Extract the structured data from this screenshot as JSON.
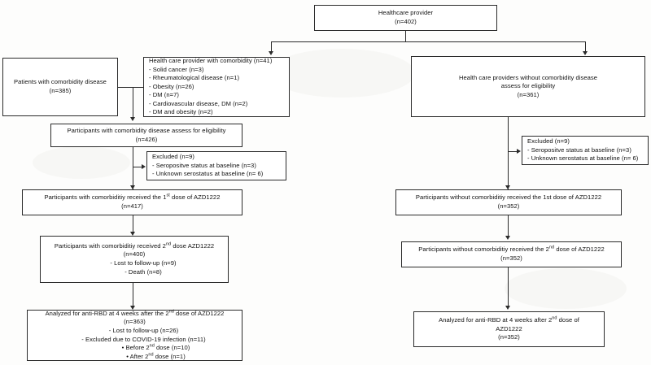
{
  "diagram": {
    "title": "CONSORT-style participant flow diagram",
    "accent_color": "#2b2b2b",
    "background_color": "#fdfdfc"
  },
  "nodes": {
    "healthcare_provider": {
      "line1": "Healthcare provider",
      "line2": "(n=402)"
    },
    "patients_comorbidity": {
      "line1": "Patients with comorbidity disease",
      "line2": "(n=385)"
    },
    "hcp_with_comorbidity": {
      "heading": "Health care provider with comorbidity (n=41)",
      "items": [
        "- Solid cancer (n=3)",
        "- Rheumatological disease (n=1)",
        "- Obesity (n=26)",
        "- DM (n=7)",
        "- Cardiovascular disease, DM (n=2)",
        "- DM and obesity (n=2)"
      ]
    },
    "hcp_without_comorbidity": {
      "line1": "Health care providers without comorbidity disease",
      "line2": "assess for eligibility",
      "line3": "(n=361)"
    },
    "participants_comorbidity_eligibility": {
      "line1": "Participants with comorbidity disease assess for eligibility",
      "line2": "(n=426)"
    },
    "excluded_left": {
      "heading": "Excluded (n=9)",
      "items": [
        "- Seropositve status at baseline (n=3)",
        "- Unknown serostatus at baseline (n= 6)"
      ]
    },
    "excluded_right": {
      "heading": "Excluded (n=9)",
      "items": [
        "- Seropositve status at baseline (n=3)",
        "- Unknown serostatus at baseline (n= 6)"
      ]
    },
    "left_first_dose": {
      "line1_pre": "Participants with comorbiditiy received the 1",
      "line1_sup": "st",
      "line1_post": " dose of AZD1222",
      "line2": "(n=417)"
    },
    "right_first_dose": {
      "line1": "Participants without comorbiditiy received the 1st dose of AZD1222",
      "line2": "(n=352)"
    },
    "left_second_dose": {
      "line1_pre": "Participants with comorbiditiy received 2",
      "line1_sup": "nd",
      "line1_post": " dose AZD1222",
      "line2": "(n=400)",
      "items": [
        "-    Lost to follow-up (n=9)",
        "-    Death (n=8)"
      ]
    },
    "right_second_dose": {
      "line1_pre": "Participants without comorbiditiy received the 2",
      "line1_sup": "nd",
      "line1_post": " dose of AZD1222",
      "line2": "(n=352)"
    },
    "left_analyzed": {
      "line1_pre": "Analyzed for anti-RBD at 4 weeks after the 2",
      "line1_sup": "nd",
      "line1_post": " dose of AZD1222",
      "line2": "(n=363)",
      "item1": "-    Lost to follow-up (n=26)",
      "item2": "-    Excluded due to COVID-19 infection (n=11)",
      "sub1_pre": "•   Before 2",
      "sub1_sup": "nd",
      "sub1_post": " dose (n=10)",
      "sub2_pre": "•   After 2",
      "sub2_sup": "nd",
      "sub2_post": " dose (n=1)"
    },
    "right_analyzed": {
      "line1_pre": "Analyzed for anti-RBD at 4 weeks after 2",
      "line1_sup": "nd",
      "line1_post": " dose of",
      "line2": "AZD1222",
      "line3": "(n=352)"
    }
  }
}
